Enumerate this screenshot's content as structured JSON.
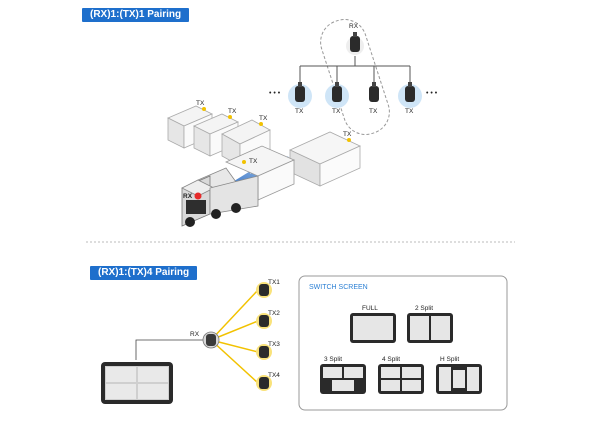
{
  "section1": {
    "title": "(RX)1:(TX)1 Pairing"
  },
  "section2": {
    "title": "(RX)1:(TX)4 Pairing"
  },
  "tree": {
    "rx_label": "RX",
    "tx_labels": [
      "TX",
      "TX",
      "TX",
      "TX"
    ],
    "ellipsis": "• • •"
  },
  "trailers": {
    "tx_label": "TX"
  },
  "truck": {
    "rx_label": "RX",
    "tx_label": "TX"
  },
  "star": {
    "rx_label": "RX",
    "tx_labels": [
      "TX1",
      "TX2",
      "TX3",
      "TX4"
    ]
  },
  "switch_screen": {
    "title": "SWITCH SCREEN",
    "modes": [
      "FULL",
      "2 Split",
      "3 Split",
      "4 Split",
      "H Split"
    ]
  },
  "colors": {
    "badge": "#1e6fcc",
    "accent_blue": "#2a7fd4",
    "wire_yellow": "#f2c200",
    "glow": "#cfe5f7"
  }
}
